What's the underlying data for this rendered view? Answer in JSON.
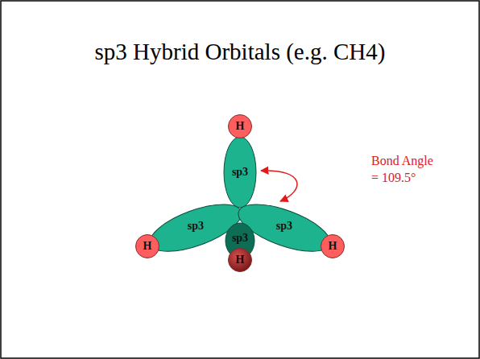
{
  "diagram": {
    "title": "sp3 Hybrid Orbitals (e.g. CH4)",
    "nodes": [
      {
        "text": [
          "H"
        ]
      },
      {
        "text": [
          "sp3"
        ]
      },
      {
        "text": [
          "sp3"
        ]
      },
      {
        "text": [
          "sp3"
        ]
      },
      {
        "text": [
          "H"
        ]
      },
      {
        "text": [
          "sp3"
        ]
      },
      {
        "text": [
          "H"
        ]
      },
      {
        "text": [
          "H"
        ]
      }
    ],
    "labels": [
      "Bond Angle = 109.5°"
    ]
  }
}
